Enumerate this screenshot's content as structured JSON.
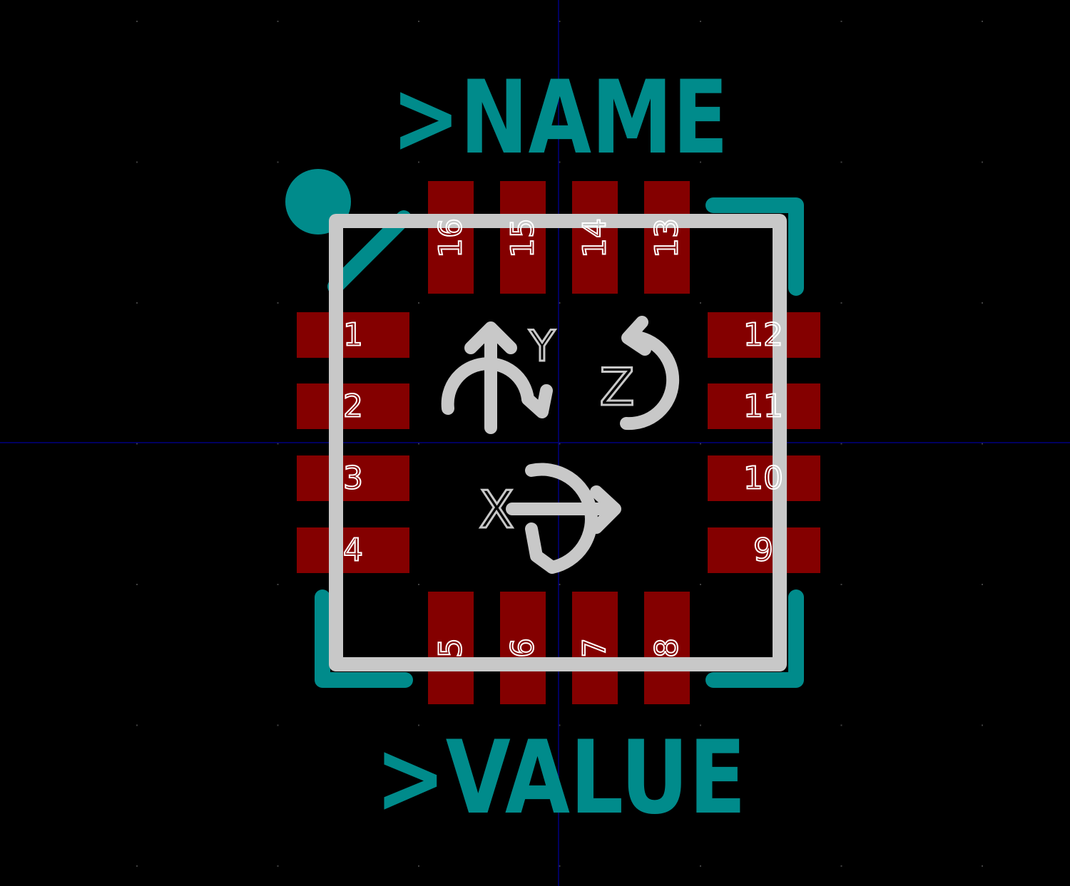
{
  "footprint": {
    "name_label": ">NAME",
    "value_label": ">VALUE",
    "pads_left": [
      "1",
      "2",
      "3",
      "4"
    ],
    "pads_bottom": [
      "5",
      "6",
      "7",
      "8"
    ],
    "pads_right": [
      "9",
      "10",
      "11",
      "12"
    ],
    "pads_top": [
      "13",
      "14",
      "15",
      "16"
    ],
    "axis_labels": {
      "x": "X",
      "y": "Y",
      "z": "Z"
    }
  },
  "colors": {
    "background": "#000000",
    "silkscreen": "#008B8B",
    "copper_pad": "#840000",
    "body_outline": "#C8C8C8",
    "pad_text": "#FFFFFF",
    "crosshair": "#000080",
    "grid_dot": "#404040"
  },
  "icons": [
    "pin1-marker-icon",
    "y-axis-rotation-icon",
    "z-axis-rotation-icon",
    "x-axis-rotation-icon"
  ]
}
